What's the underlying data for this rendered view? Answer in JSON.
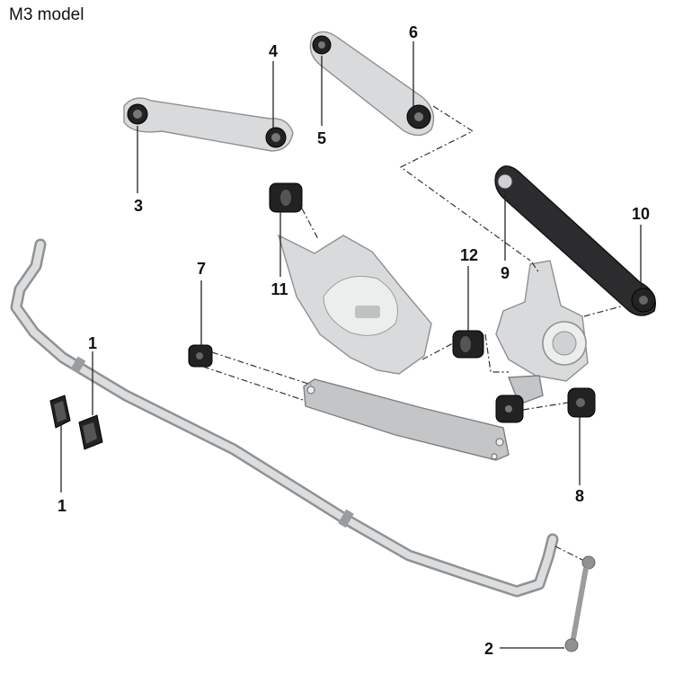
{
  "title": "M3 model",
  "callouts": [
    {
      "id": "c1a",
      "label": "1"
    },
    {
      "id": "c1b",
      "label": "1"
    },
    {
      "id": "c2",
      "label": "2"
    },
    {
      "id": "c3",
      "label": "3"
    },
    {
      "id": "c4",
      "label": "4"
    },
    {
      "id": "c5",
      "label": "5"
    },
    {
      "id": "c6",
      "label": "6"
    },
    {
      "id": "c7",
      "label": "7"
    },
    {
      "id": "c8",
      "label": "8"
    },
    {
      "id": "c9",
      "label": "9"
    },
    {
      "id": "c10",
      "label": "10"
    },
    {
      "id": "c11",
      "label": "11"
    },
    {
      "id": "c12",
      "label": "12"
    }
  ],
  "colors": {
    "metal_light": "#d9dadb",
    "metal_dark": "#2c2c2e",
    "rubber": "#222222"
  }
}
